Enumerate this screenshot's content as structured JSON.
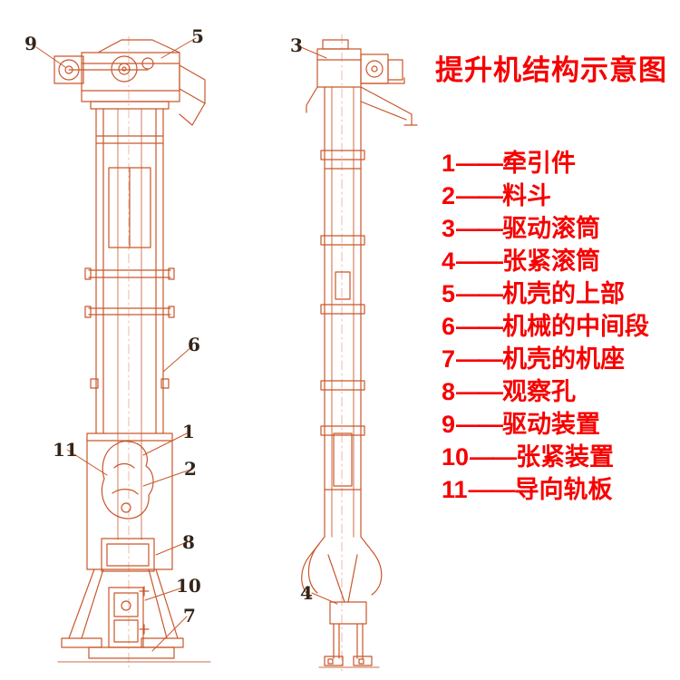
{
  "title": "提升机结构示意图",
  "legend": {
    "dash": "——",
    "items": [
      {
        "num": "1",
        "label": "牵引件"
      },
      {
        "num": "2",
        "label": "料斗"
      },
      {
        "num": "3",
        "label": "驱动滚筒"
      },
      {
        "num": "4",
        "label": "张紧滚筒"
      },
      {
        "num": "5",
        "label": "机壳的上部"
      },
      {
        "num": "6",
        "label": "机械的中间段"
      },
      {
        "num": "7",
        "label": "机壳的机座"
      },
      {
        "num": "8",
        "label": "观察孔"
      },
      {
        "num": "9",
        "label": "驱动装置"
      },
      {
        "num": "10",
        "label": "张紧装置"
      },
      {
        "num": "11",
        "label": "导向轨板"
      }
    ]
  },
  "callouts": [
    {
      "num": "9"
    },
    {
      "num": "5"
    },
    {
      "num": "3"
    },
    {
      "num": "6"
    },
    {
      "num": "1"
    },
    {
      "num": "11"
    },
    {
      "num": "2"
    },
    {
      "num": "8"
    },
    {
      "num": "10"
    },
    {
      "num": "7"
    },
    {
      "num": "4"
    }
  ],
  "colors": {
    "line": "#c9572b",
    "text": "#f70000",
    "callout": "#33251a"
  }
}
